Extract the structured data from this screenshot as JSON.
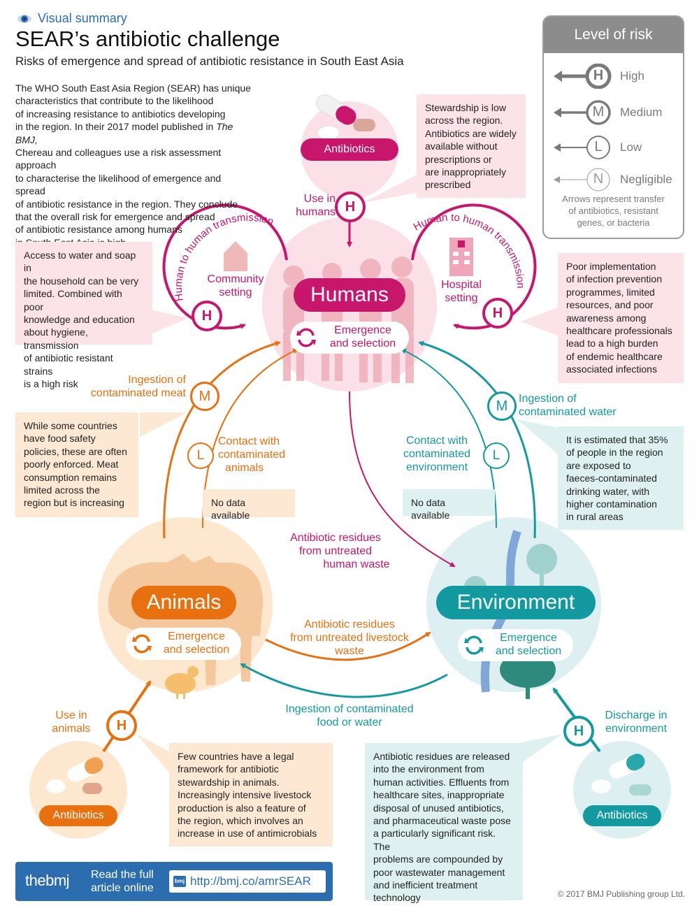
{
  "header": {
    "tag": "Visual summary",
    "title": "SEAR’s antibiotic challenge",
    "subtitle": "Risks of emergence and spread of antibiotic resistance in South East Asia"
  },
  "intro": {
    "lines": [
      "The WHO South East Asia Region (SEAR) has unique",
      "characteristics that contribute to the likelihood",
      "of increasing resistance to antibiotics developing",
      "in the region. In their 2017 model published in ",
      "Chereau and colleagues use a risk assessment approach",
      "to characterise the likelihood of emergence and spread",
      "of antibiotic resistance in the region. They conclude",
      "that the overall risk for emergence and spread",
      "of antibiotic resistance among humans",
      "in South East Asia is high."
    ],
    "journal": "The BMJ,"
  },
  "legend": {
    "title": "Level of risk",
    "items": [
      {
        "letter": "H",
        "label": "High"
      },
      {
        "letter": "M",
        "label": "Medium"
      },
      {
        "letter": "L",
        "label": "Low"
      },
      {
        "letter": "N",
        "label": "Negligible"
      }
    ],
    "note": [
      "Arrows represent transfer",
      "of antibiotics, resistant",
      "genes, or bacteria"
    ]
  },
  "nodes": {
    "humans": {
      "title": "Humans",
      "sub": [
        "Emergence",
        "and selection"
      ]
    },
    "animals": {
      "title": "Animals",
      "sub": [
        "Emergence",
        "and selection"
      ]
    },
    "environment": {
      "title": "Environment",
      "sub": [
        "Emergence",
        "and selection"
      ]
    },
    "antibiotics_label": "Antibiotics"
  },
  "settings": {
    "community": [
      "Community",
      "setting"
    ],
    "hospital": [
      "Hospital",
      "setting"
    ],
    "h2h": "Human to human transmission"
  },
  "flows": {
    "use_humans": [
      "Use in",
      "humans"
    ],
    "ingest_meat": [
      "Ingestion of",
      "contaminated meat"
    ],
    "contact_animals": [
      "Contact with",
      "contaminated",
      "animals"
    ],
    "ingest_water": [
      "Ingestion of",
      "contaminated water"
    ],
    "contact_env": [
      "Contact with",
      "contaminated",
      "environment"
    ],
    "residues_human": [
      "Antibiotic residues",
      "from untreated",
      "human waste"
    ],
    "residues_livestock": [
      "Antibiotic residues",
      "from untreated livestock",
      "waste"
    ],
    "ingest_food_water": [
      "Ingestion of contaminated",
      "food or water"
    ],
    "use_animals": [
      "Use in",
      "animals"
    ],
    "discharge": [
      "Discharge in",
      "environment"
    ]
  },
  "risk": {
    "use_humans": "H",
    "community": "H",
    "hospital": "H",
    "ingest_meat": "M",
    "contact_animals": "L",
    "ingest_water": "M",
    "contact_env": "L",
    "use_animals": "H",
    "discharge": "H"
  },
  "boxes": {
    "stewardship": [
      "Stewardship is low",
      "across the region.",
      "Antibiotics are widely",
      "available without",
      "prescriptions or",
      "are inappropriately",
      "prescribed"
    ],
    "water_soap": [
      "Access to water and soap in",
      "the household can be very",
      "limited. Combined with poor",
      "knowledge and education",
      "about hygiene, transmission",
      "of antibiotic resistant strains",
      "is a high risk"
    ],
    "infection": [
      "Poor implementation",
      "of infection prevention",
      "programmes, limited",
      "resources, and poor",
      "awareness among",
      "healthcare professionals",
      "lead to a high burden",
      "of endemic healthcare",
      "associated infections"
    ],
    "food_safety": [
      "While some countries",
      "have food safety",
      "policies, these are often",
      "poorly enforced. Meat",
      "consumption remains",
      "limited across the",
      "region but is increasing"
    ],
    "no_data_1": "No data available",
    "no_data_2": "No data available",
    "faeces": [
      "It is estimated that 35%",
      "of people in the region",
      "are exposed to",
      "faeces-contaminated",
      "drinking water, with",
      "higher contamination",
      "in rural areas"
    ],
    "legal": [
      "Few countries have a legal",
      "framework for antibiotic",
      "stewardship in animals.",
      "Increasingly intensive livestock",
      "production is also a feature of",
      "the region, which involves an",
      "increase in use of antimicrobials"
    ],
    "residues_env": [
      "Antibiotic residues are released",
      "into the environment from",
      "human activities. Effluents from",
      "healthcare sites, inappropriate",
      "disposal of unused antibiotics,",
      "and pharmaceutical waste pose",
      "a particularly significant risk. The",
      "problems are compounded by",
      "poor wastewater management",
      "and inefficient treatment",
      "technology"
    ]
  },
  "footer": {
    "brand": "thebmj",
    "read": [
      "Read the full",
      "article online"
    ],
    "badge": "bmj",
    "url": "http://bmj.co/amrSEAR",
    "copyright": "© 2017 BMJ Publishing group Ltd."
  },
  "colors": {
    "pink": "#c8166d",
    "orange": "#e8700e",
    "teal": "#139aa0",
    "grey": "#7a7a7a"
  }
}
